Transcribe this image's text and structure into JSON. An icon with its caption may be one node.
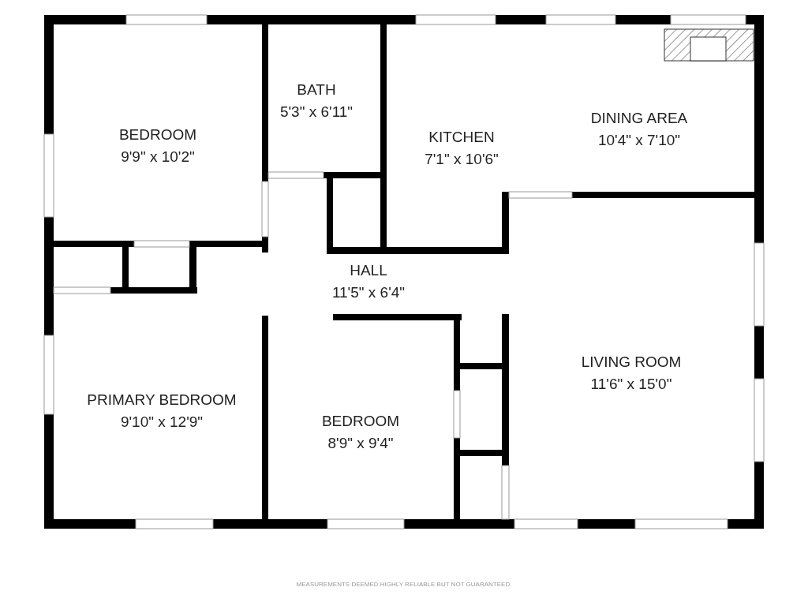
{
  "diagram": {
    "nodes": [
      {
        "text": [
          "BEDROOM",
          "9'9\" x 10'2\""
        ]
      },
      {
        "text": [
          "BATH",
          "5'3\" x 6'11\""
        ]
      },
      {
        "text": [
          "KITCHEN",
          "7'1\" x 10'6\""
        ]
      },
      {
        "text": [
          "DINING AREA",
          "10'4\" x 7'10\""
        ]
      },
      {
        "text": [
          "HALL",
          "11'5\" x 6'4\""
        ]
      },
      {
        "text": [
          "PRIMARY BEDROOM",
          "9'10\" x 12'9\""
        ]
      },
      {
        "text": [
          "BEDROOM",
          "8'9\" x 9'4\""
        ]
      },
      {
        "text": [
          "LIVING ROOM",
          "11'6\" x 15'0\""
        ]
      }
    ],
    "edges": [],
    "labels": [
      "MEASUREMENTS DEEMED HIGHLY RELIABLE BUT NOT GUARANTEED."
    ]
  }
}
